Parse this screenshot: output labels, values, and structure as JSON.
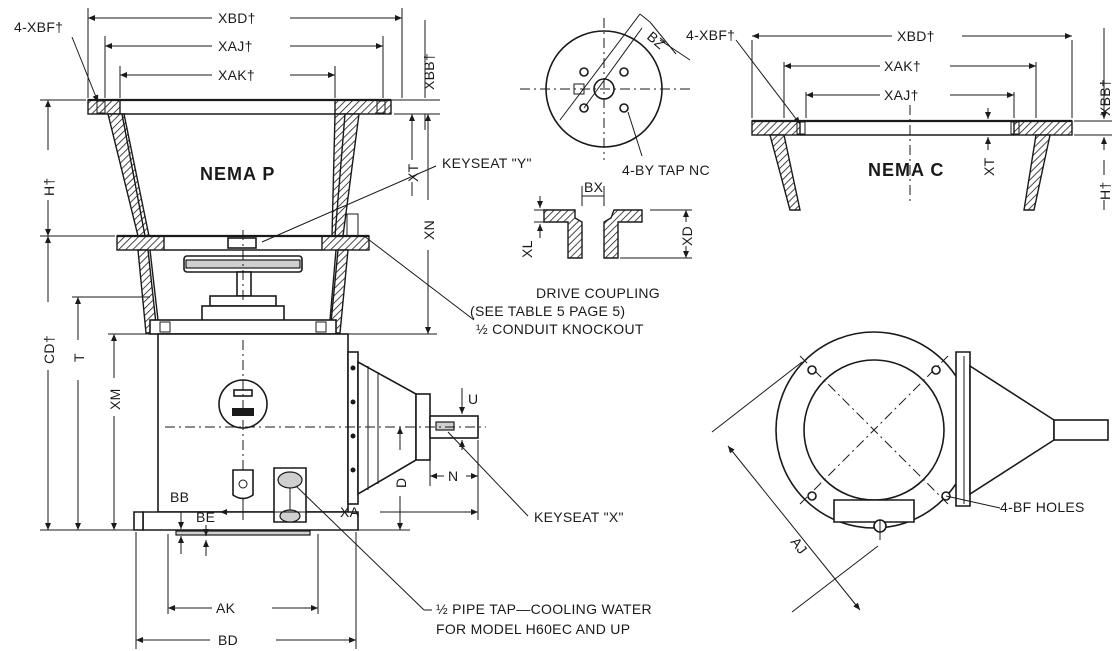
{
  "nema_p_view": {
    "title": "NEMA  P",
    "dims": {
      "xbd": "XBD†",
      "xaj": "XAJ†",
      "xak": "XAK†",
      "xbf": "4-XBF†",
      "xbb": "XBB†",
      "xt": "XT",
      "h": "H†",
      "xn": "XN",
      "cd": "CD†",
      "t": "T",
      "xm": "XM",
      "u": "U",
      "d": "D",
      "n": "N",
      "xa": "XA",
      "bb": "BB",
      "be": "BE",
      "ak": "AK",
      "bd": "BD"
    },
    "callouts": {
      "keyseat_y": "KEYSEAT \"Y\"",
      "drive_coupling_1": "DRIVE COUPLING",
      "drive_coupling_2": "(SEE TABLE  5  PAGE 5)",
      "conduit": "½ CONDUIT KNOCKOUT",
      "keyseat_x": "KEYSEAT \"X\"",
      "pipe_tap_1": "½ PIPE TAP—COOLING WATER",
      "pipe_tap_2": "FOR MODEL H60EC AND UP"
    }
  },
  "coupling_view": {
    "dims": {
      "bz": "BZ",
      "bx": "BX",
      "xl": "XL",
      "xd": "XD"
    },
    "callouts": {
      "tap": "4-BY TAP NC"
    }
  },
  "nema_c_view": {
    "title": "NEMA  C",
    "dims": {
      "xbf": "4-XBF†",
      "xbd": "XBD†",
      "xak": "XAK†",
      "xaj": "XAJ†",
      "xbb": "XBB†",
      "xt": "XT",
      "h": "H†"
    }
  },
  "plan_view": {
    "dims": {
      "aj": "AJ"
    },
    "callouts": {
      "bf_holes": "4-BF HOLES"
    }
  }
}
